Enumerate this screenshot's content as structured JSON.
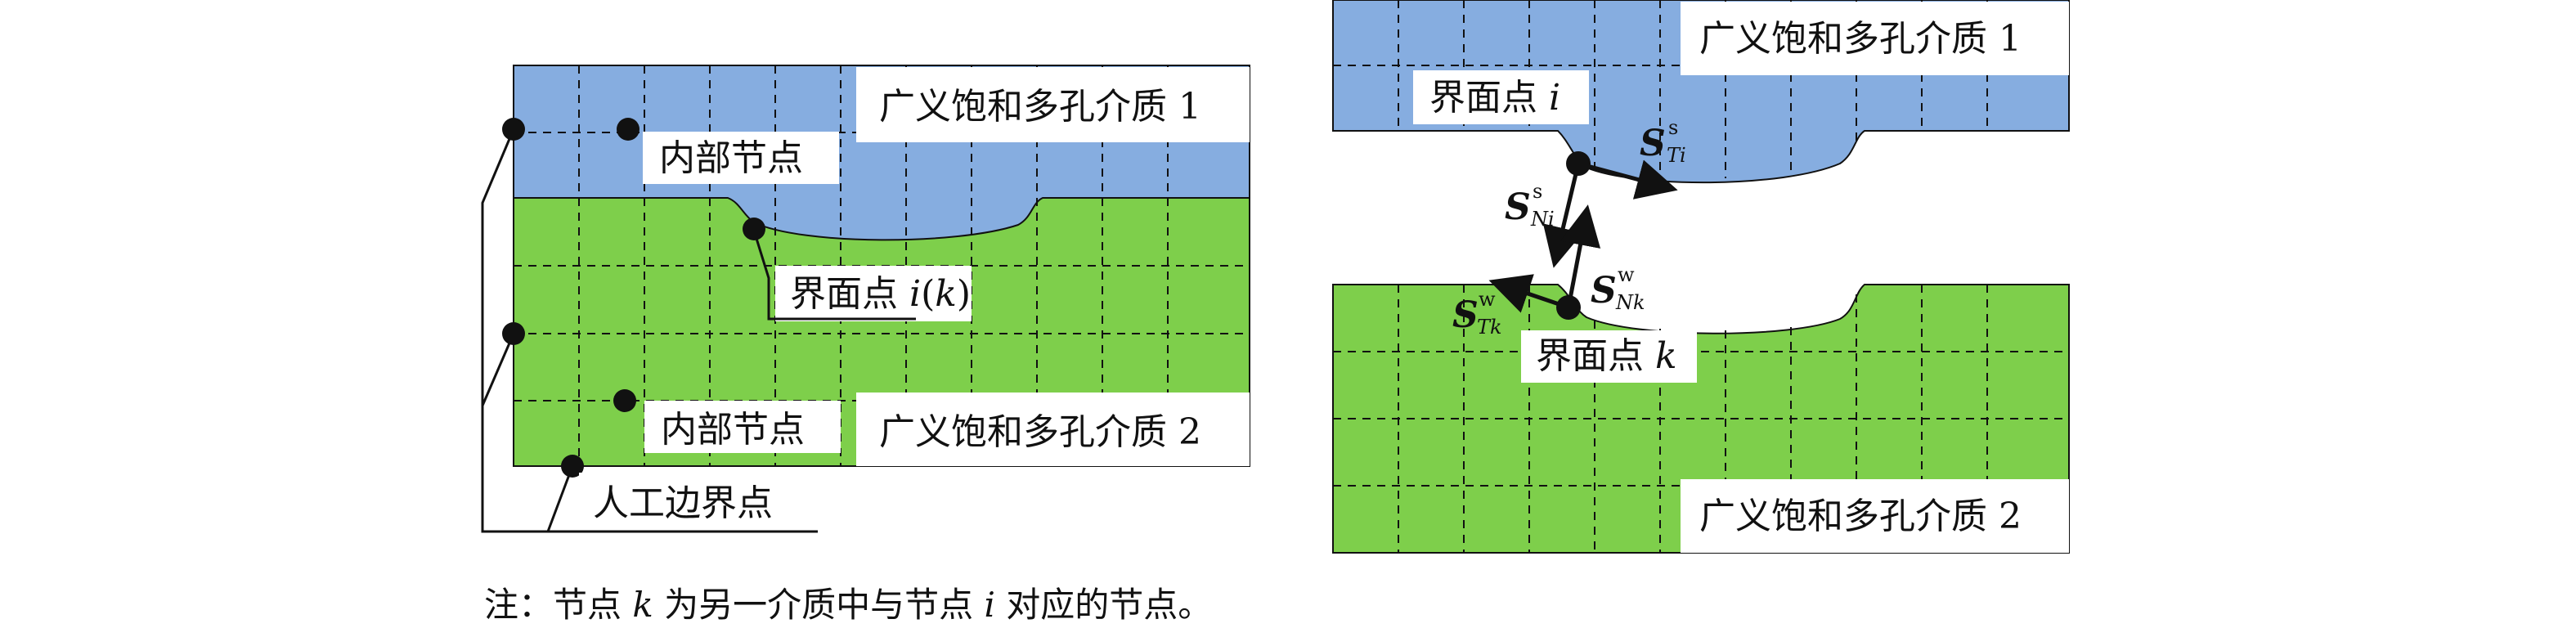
{
  "colors": {
    "blue": "#86ADE0",
    "green": "#7ECF4B",
    "line": "#111111",
    "box": "#ffffff"
  },
  "left": {
    "medium_top_label": "广义饱和多孔介质 1",
    "medium_bottom_label": "广义饱和多孔介质 2",
    "interior_node_label_top": "内部节点",
    "interior_node_label_bottom": "内部节点",
    "interface_point_label": "界面点 ",
    "interface_point_var": "i",
    "interface_point_paren_open": "(",
    "interface_point_var2": "k",
    "interface_point_paren_close": ")",
    "artificial_boundary_label": "人工边界点"
  },
  "right": {
    "medium_top_label": "广义饱和多孔介质 1",
    "medium_bottom_label": "广义饱和多孔介质 2",
    "interface_i_label": "界面点 ",
    "interface_i_var": "i",
    "interface_k_label": "界面点 ",
    "interface_k_var": "k",
    "vec_S": "S",
    "sup_s": "s",
    "sup_w": "w",
    "sub_Ti": "Ti",
    "sub_Ni": "Ni",
    "sub_Nk": "Nk",
    "sub_Tk": "Tk"
  },
  "note": {
    "prefix": "注：节点 ",
    "k": "k",
    "mid": " 为另一介质中与节点 ",
    "i": "i",
    "suffix": " 对应的节点。"
  }
}
